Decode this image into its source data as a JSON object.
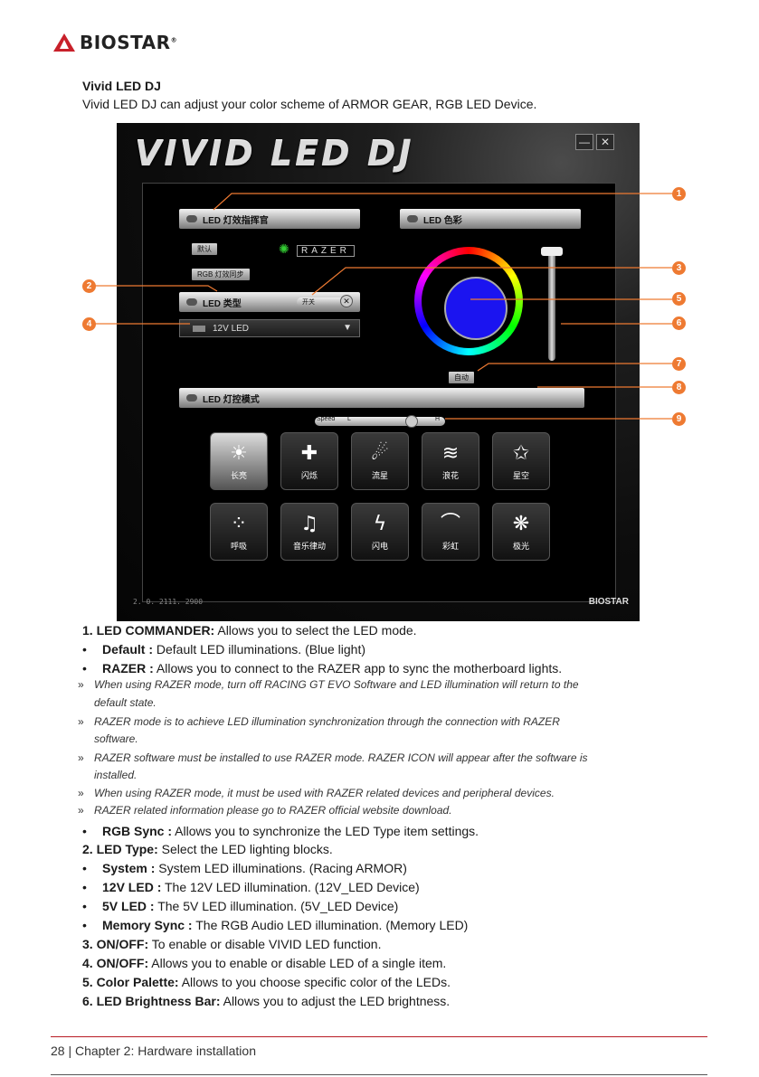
{
  "brand": {
    "logo_text": "BIOSTAR",
    "registered": "®"
  },
  "section": {
    "heading": "Vivid LED DJ",
    "intro": "Vivid LED DJ can adjust your color scheme of ARMOR GEAR, RGB LED Device."
  },
  "app": {
    "title": "VIVID LED DJ",
    "window_minimize": "—",
    "window_close": "✕",
    "led_commander_label": "LED 灯效指挥官",
    "led_color_label": "LED 色彩",
    "default_btn": "默认",
    "razer_logo": "RAZER",
    "rgb_sync_btn": "RGB 灯效同步",
    "led_type_label": "LED 类型",
    "toggle_label": "开关",
    "led_type_value": "12V LED",
    "auto_btn": "自动",
    "led_mode_label": "LED 灯控模式",
    "speed_label": "Speed",
    "speed_low": "L",
    "speed_high": "H",
    "modes": [
      {
        "glyph": "☀",
        "label": "长亮"
      },
      {
        "glyph": "✚",
        "label": "闪烁"
      },
      {
        "glyph": "☄",
        "label": "流星"
      },
      {
        "glyph": "≋",
        "label": "浪花"
      },
      {
        "glyph": "✩",
        "label": "星空"
      },
      {
        "glyph": "⁘",
        "label": "呼吸"
      },
      {
        "glyph": "♫",
        "label": "音乐律动"
      },
      {
        "glyph": "ϟ",
        "label": "闪电"
      },
      {
        "glyph": "⌒",
        "label": "彩虹"
      },
      {
        "glyph": "❋",
        "label": "极光"
      }
    ],
    "version": "2. 0. 2111. 2900",
    "footer_brand": "BIOSTAR",
    "color_center": "#1b14f0"
  },
  "callouts": [
    "1",
    "2",
    "3",
    "4",
    "5",
    "6",
    "7",
    "8",
    "9"
  ],
  "items": {
    "led_commander": {
      "label": "1. LED COMMANDER:",
      "text": " Allows you to select the LED mode."
    },
    "default": {
      "label": "Default :",
      "text": " Default LED illuminations. (Blue light)"
    },
    "razer": {
      "label": "RAZER :",
      "text": " Allows you to connect to the RAZER app to sync the motherboard lights."
    },
    "notes": [
      "When using RAZER mode, turn off RACING GT EVO Software and LED illumination will return to the",
      "default state.",
      "RAZER mode is to achieve LED illumination synchronization through the connection with RAZER",
      "software.",
      "RAZER software must be installed to use RAZER mode. RAZER ICON will appear after the software is",
      "installed.",
      "When using RAZER mode, it must be used with RAZER related devices and peripheral devices.",
      "RAZER  related information please go to RAZER official website download."
    ],
    "rgb_sync": {
      "label": "RGB Sync :",
      "text": " Allows you to synchronize the LED Type item settings."
    },
    "led_type": {
      "label": "2. LED Type:",
      "text": " Select the LED lighting blocks."
    },
    "system": {
      "label": "System :",
      "text": " System LED illuminations. (Racing ARMOR)"
    },
    "v12": {
      "label": "12V LED :",
      "text": " The 12V LED illumination. (12V_LED Device)"
    },
    "v5": {
      "label": "5V LED :",
      "text": " The 5V LED illumination. (5V_LED Device)"
    },
    "memory": {
      "label": "Memory Sync :",
      "text": " The RGB Audio LED illumination. (Memory LED)"
    },
    "onoff3": {
      "label": "3. ON/OFF:",
      "text": " To enable or disable VIVID LED function."
    },
    "onoff4": {
      "label": "4. ON/OFF:",
      "text": " Allows you to enable or disable LED of a single item."
    },
    "palette": {
      "label": "5. Color Palette:",
      "text": " Allows to you choose specific color of the LEDs."
    },
    "brightness": {
      "label": "6. LED Brightness Bar:",
      "text": " Allows you to adjust the LED brightness."
    }
  },
  "bullet_char": "•",
  "note_char": "»",
  "footer": "28 | Chapter 2: Hardware installation"
}
